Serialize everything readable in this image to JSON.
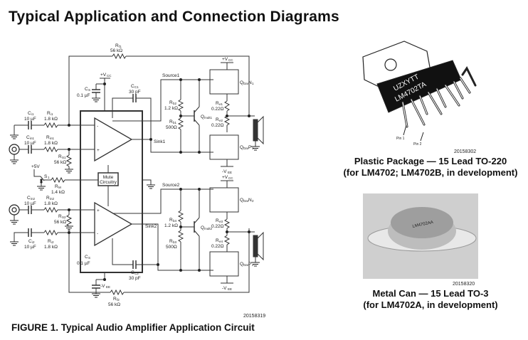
{
  "page": {
    "title": "Typical Application and Connection Diagrams"
  },
  "figure1": {
    "caption": "FIGURE 1. Typical Audio Amplifier Application Circuit",
    "id": "20158319",
    "components": {
      "Rf1": {
        "name": "R",
        "sub": "f1",
        "value": "56 kΩ"
      },
      "Rf2": {
        "name": "R",
        "sub": "f2",
        "value": "56 kΩ"
      },
      "Ci1": {
        "name": "C",
        "sub": "i1",
        "value": "10 µF"
      },
      "Ri1": {
        "name": "R",
        "sub": "i1",
        "value": "1.8 kΩ"
      },
      "Cin1": {
        "name": "C",
        "sub": "in1",
        "value": "10 µF"
      },
      "Rin1": {
        "name": "R",
        "sub": "in1",
        "value": "1.8 kΩ"
      },
      "RS1": {
        "name": "R",
        "sub": "S1",
        "value": "56 kΩ"
      },
      "CS1": {
        "name": "C",
        "sub": "S",
        "value": "0.1 µF"
      },
      "CC1": {
        "name": "C",
        "sub": "C1",
        "value": "30 pF"
      },
      "S1": {
        "name": "S",
        "sub": "1",
        "value": ""
      },
      "RM": {
        "name": "R",
        "sub": "M",
        "value": "1.4 kΩ"
      },
      "plus5v": "+5V",
      "Cin2": {
        "name": "C",
        "sub": "in2",
        "value": "10 µF"
      },
      "Rin2": {
        "name": "R",
        "sub": "in2",
        "value": "1.8 kΩ"
      },
      "RS2": {
        "name": "R",
        "sub": "S2",
        "value": "56 kΩ"
      },
      "Ci2": {
        "name": "C",
        "sub": "i2",
        "value": "10 µF"
      },
      "Ri2": {
        "name": "R",
        "sub": "i2",
        "value": "1.8 kΩ"
      },
      "CS2": {
        "name": "C",
        "sub": "S",
        "value": "0.1 µF"
      },
      "CC2": {
        "name": "C",
        "sub": "C2",
        "value": "30 pF"
      },
      "Rb2": {
        "name": "R",
        "sub": "b2",
        "value": "1.2 kΩ"
      },
      "Rb1": {
        "name": "R",
        "sub": "b1",
        "value": "500Ω"
      },
      "Rb4": {
        "name": "R",
        "sub": "b4",
        "value": "1.2 kΩ"
      },
      "Rb3": {
        "name": "R",
        "sub": "b3",
        "value": "500Ω"
      },
      "Re1": {
        "name": "R",
        "sub": "e1",
        "value": "0.22Ω"
      },
      "Re2": {
        "name": "R",
        "sub": "e2",
        "value": "0.22Ω"
      },
      "Re3": {
        "name": "R",
        "sub": "e3",
        "value": "0.22Ω"
      },
      "Re4": {
        "name": "R",
        "sub": "e4",
        "value": "0.22Ω"
      },
      "Qmult1": {
        "name": "Q",
        "sub": "mult1"
      },
      "Qmult2": {
        "name": "Q",
        "sub": "mult2"
      },
      "QDarN1": {
        "name": "Q",
        "sub": "Dar",
        "suffix": "N",
        "suffix_sub": "1"
      },
      "QDarP1": {
        "name": "Q",
        "sub": "Dar",
        "suffix": "P",
        "suffix_sub": "1"
      },
      "QDarN2": {
        "name": "Q",
        "sub": "Dar",
        "suffix": "N",
        "suffix_sub": "2"
      },
      "QDarP2": {
        "name": "Q",
        "sub": "Dar",
        "suffix": "P",
        "suffix_sub": "2"
      }
    },
    "nets": {
      "source1": "Source1",
      "sink1": "Sink1",
      "source2": "Source2",
      "sink2": "Sink2",
      "vcc": "+V",
      "vcc_sub": "CC",
      "vee": "-V",
      "vee_sub": "EE"
    },
    "mute_block": [
      "Mute",
      "Circuitry"
    ],
    "opamp_pins": {
      "minus": "-",
      "plus": "+"
    }
  },
  "package_to220": {
    "id": "20158302",
    "caption_line1": "Plastic Package — 15 Lead TO-220",
    "caption_line2": "(for LM4702; LM4702B, in development)",
    "marking_line1": "UZXYTT",
    "marking_line2": "LM4702TA",
    "pin1_label": "Pin 1",
    "pin2_label": "Pin 2"
  },
  "package_to3": {
    "id": "20158320",
    "caption_line1": "Metal Can — 15 Lead TO-3",
    "caption_line2": "(for LM4702A, in development)",
    "marking": "LM4702AA"
  }
}
